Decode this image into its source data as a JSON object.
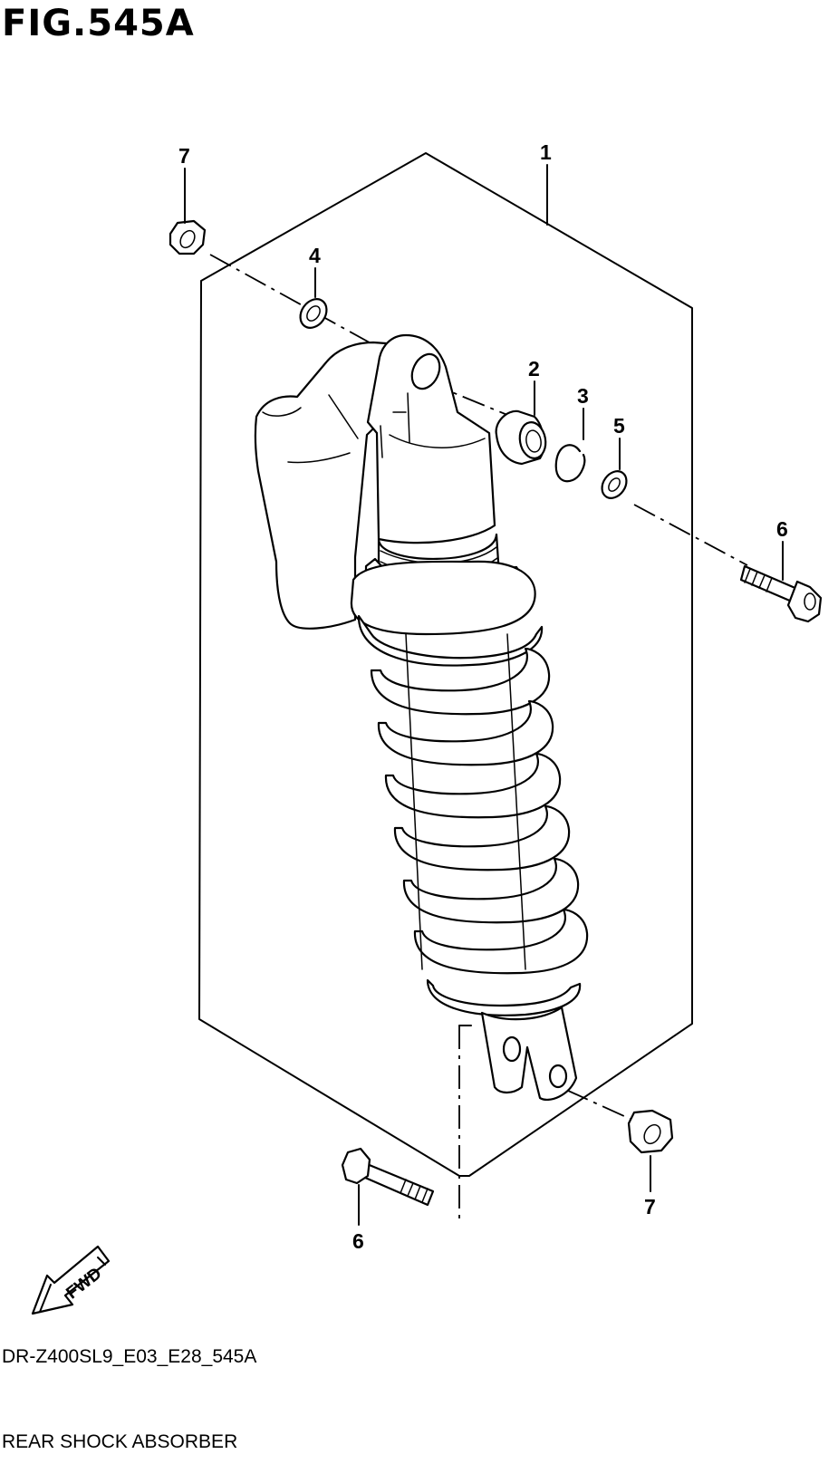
{
  "figure_title": "FIG.545A",
  "model_code": "DR-Z400SL9_E03_E28_545A",
  "section_name": "REAR SHOCK ABSORBER",
  "fwd_label": "FWD",
  "callouts": {
    "shock_assembly": "1",
    "bush": "2",
    "circlip": "3",
    "washer_upper": "4",
    "washer_right": "5",
    "bolt_upper": "6",
    "bolt_lower": "6",
    "nut_upper": "7",
    "nut_lower": "7"
  }
}
